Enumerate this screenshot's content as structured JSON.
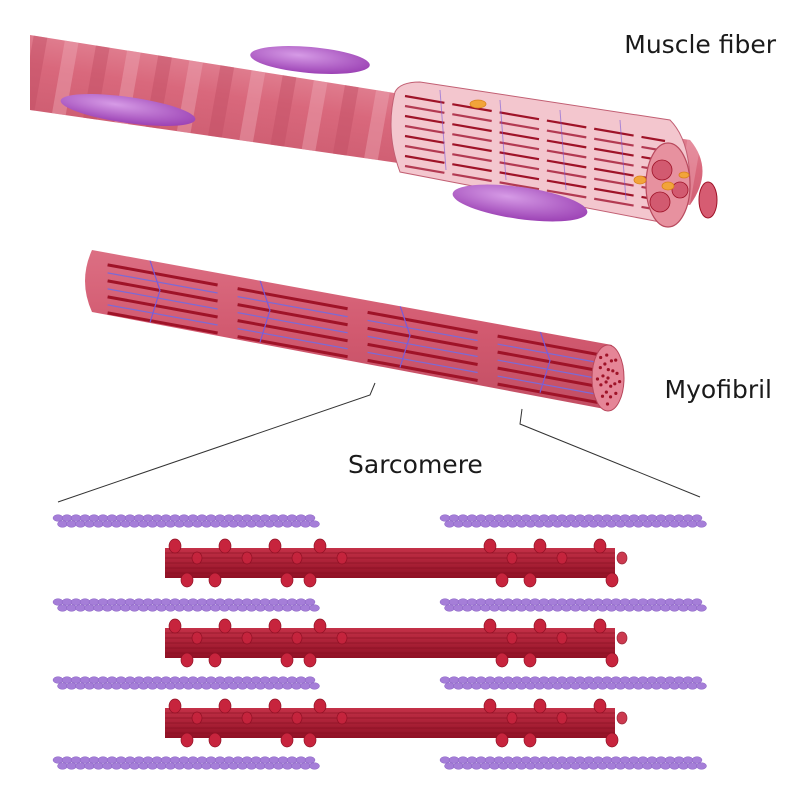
{
  "labels": {
    "muscle_fiber": "Muscle fiber",
    "myofibril": "Myofibril",
    "sarcomere": "Sarcomere"
  },
  "colors": {
    "fiber_base": "#d9687c",
    "fiber_band_dark": "#c24e63",
    "fiber_band_light": "#eda6b3",
    "nucleus": "#a54bbd",
    "myofibril_base": "#d25a70",
    "myofibril_stripe": "#9f1328",
    "z_line": "#7a5ad8",
    "thick_filament": "#a6192e",
    "myosin_head": "#c7243d",
    "actin": "#a57ed8",
    "mitochondria": "#f2a43a",
    "leader_line": "#333333"
  }
}
